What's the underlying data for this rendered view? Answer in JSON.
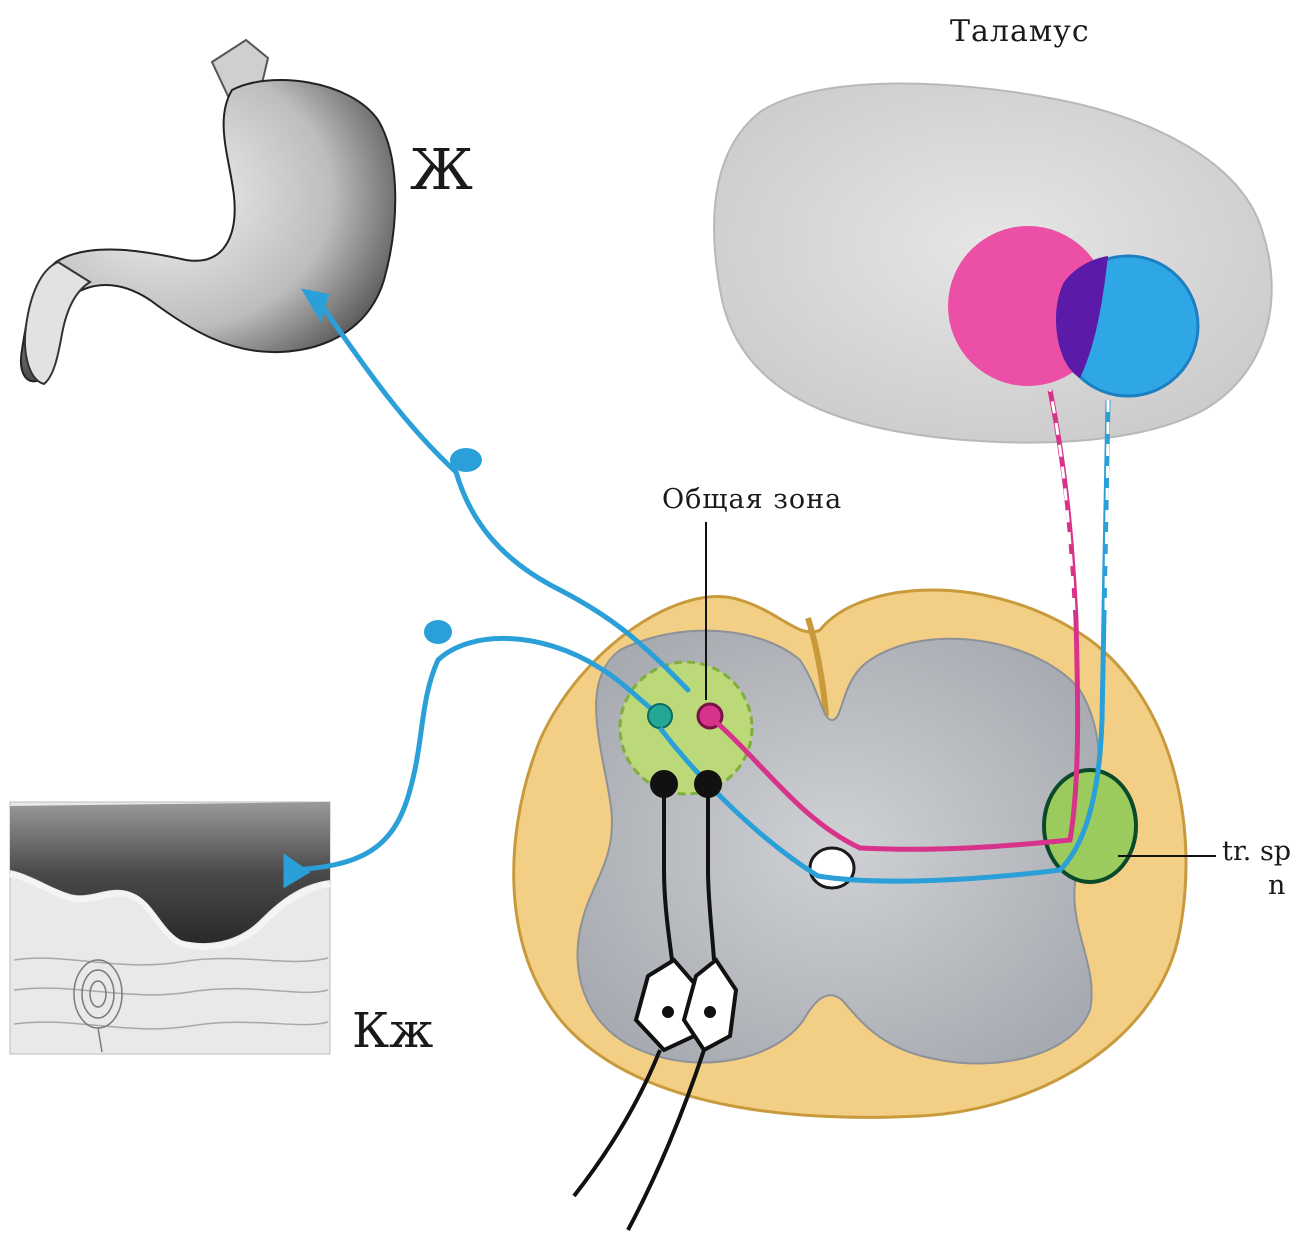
{
  "labels": {
    "thalamus": "Таламус",
    "stomach": "Ж",
    "common_zone": "Общая зона",
    "skin": "Кж",
    "tract_line1": "tr. sp",
    "tract_line2": "n"
  },
  "colors": {
    "visceral_afferent": "#2a9fd8",
    "somatic_afferent": "#2a9fd8",
    "projection_pink": "#d8338a",
    "thalamus_pink_nucleus": "#ec4fa6",
    "thalamus_blue_nucleus": "#2fa6e6",
    "overlap": "#5b1aa8",
    "common_zone": "#bcd97a",
    "tract": "#9acb5c",
    "white_matter": "#f2cf85",
    "grey_matter": "#b9bcc2",
    "thalamus_body": "#d9d9d9"
  }
}
